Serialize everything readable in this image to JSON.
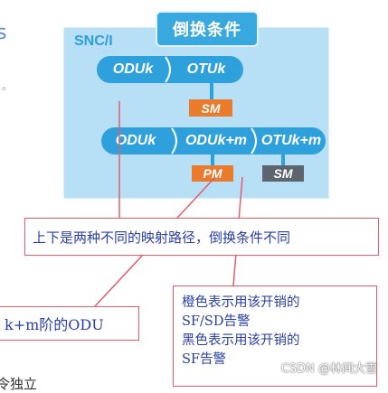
{
  "title": "倒换条件",
  "panel_label": "SNC/I",
  "row1": {
    "left": "ODUk",
    "right": "OTUk"
  },
  "row1_tag": "SM",
  "row2": {
    "left": "ODUk",
    "middle": "ODUk+m",
    "right": "OTUk+m"
  },
  "row2_tags": {
    "pm": "PM",
    "sm": "SM"
  },
  "callout_paths": "上下是两种不同的映射路径，倒换条件不同",
  "callout_odu": "k+m阶的ODU",
  "callout_overhead": [
    "橙色表示用该开销的",
    "SF/SD告警",
    "黑色表示用该开销的",
    "SF告警"
  ],
  "left_fragments": {
    "top": "s",
    "bottom": "令独立"
  },
  "watermark": "CSDN @林间大雪",
  "colors": {
    "panel": "#b7dff5",
    "pill": "#2ea1dc",
    "orange_tag": "#ea7a2c",
    "dark_tag": "#5d6470",
    "callout_border": "#e35d6a",
    "callout_text": "#2a3ea6",
    "pointer_line": "#e35d6a"
  }
}
